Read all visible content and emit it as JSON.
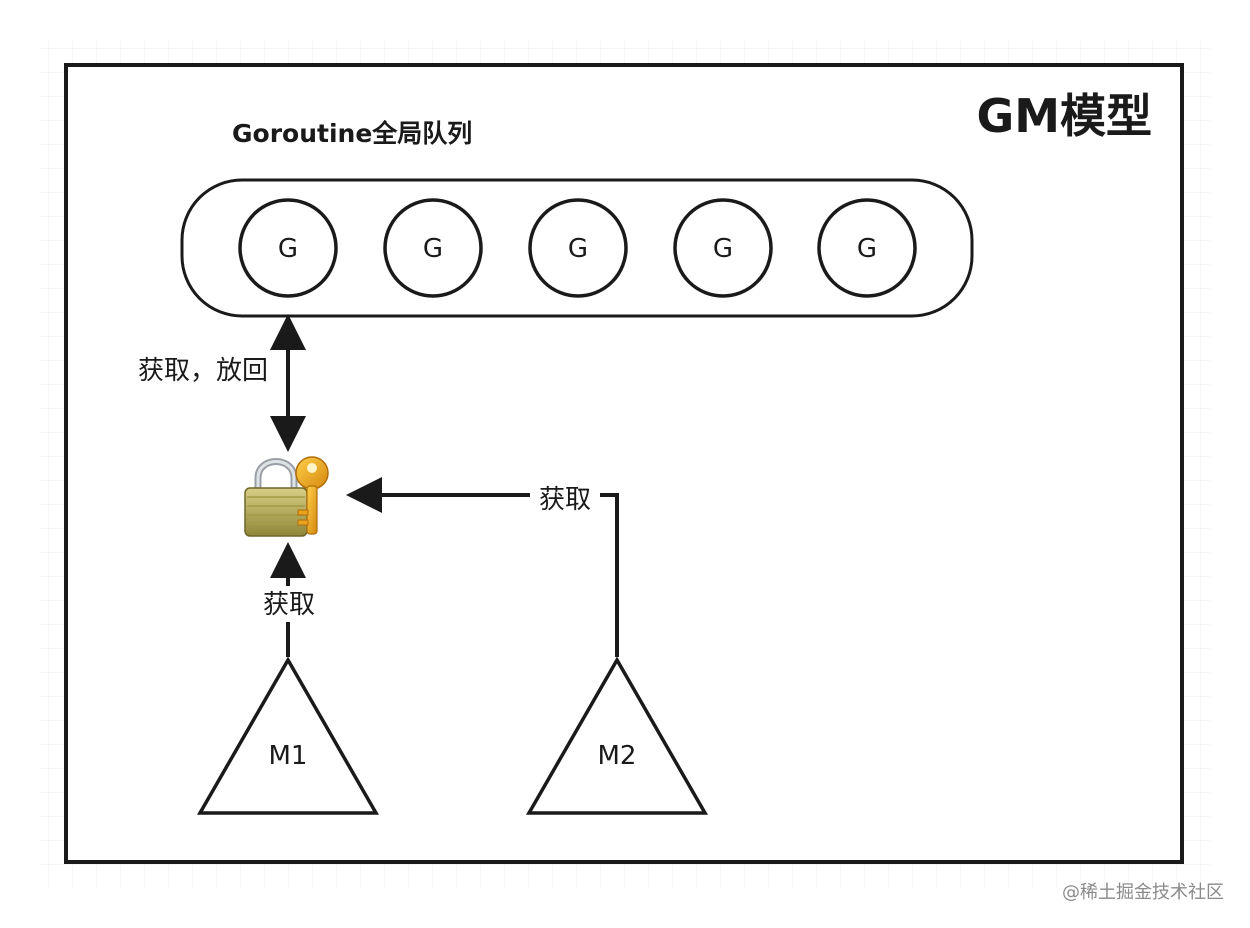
{
  "diagram": {
    "title": "GM模型",
    "queue_label": "Goroutine全局队列",
    "goroutines": [
      "G",
      "G",
      "G",
      "G",
      "G"
    ],
    "edge_labels": {
      "queue_lock": "获取，放回",
      "m1_lock": "获取",
      "m2_lock": "获取"
    },
    "machines": [
      "M1",
      "M2"
    ],
    "lock_icon": "lock-with-key-icon"
  },
  "watermark": "@稀土掘金技术社区",
  "colors": {
    "stroke": "#1a1a1a",
    "grid": "#eeeeee",
    "lock_body": "#b8ad5a",
    "key": "#e8a21c"
  }
}
